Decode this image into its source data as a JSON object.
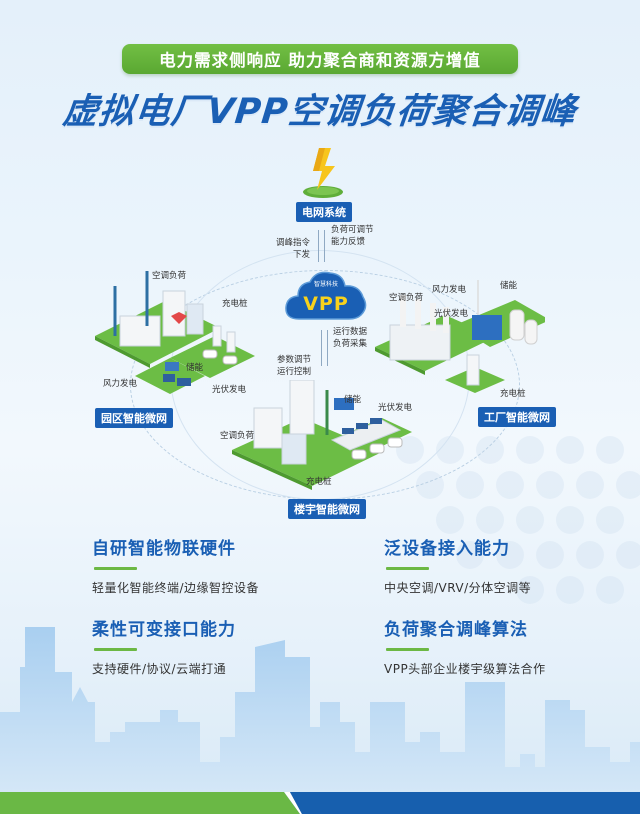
{
  "header": {
    "slogan": "电力需求侧响应  助力聚合商和资源方增值",
    "title": "虚拟电厂VPP空调负荷聚合调峰"
  },
  "diagram": {
    "grid_label": "电网系统",
    "grid_to_vpp": {
      "left_label_line1": "调峰指令",
      "left_label_line2": "下发",
      "right_label_line1": "负荷可调节",
      "right_label_line2": "能力反馈"
    },
    "vpp": {
      "text": "VPP",
      "logo_text": "智慧科技"
    },
    "vpp_to_zones": {
      "left_label_line1": "参数调节",
      "left_label_line2": "运行控制",
      "right_label_line1": "运行数据",
      "right_label_line2": "负荷采集"
    },
    "zones": [
      {
        "label": "园区智能微网",
        "items": [
          "空调负荷",
          "充电桩",
          "储能",
          "风力发电",
          "光伏发电"
        ]
      },
      {
        "label": "工厂智能微网",
        "items": [
          "空调负荷",
          "风力发电",
          "储能",
          "光伏发电",
          "充电桩"
        ]
      },
      {
        "label": "楼宇智能微网",
        "items": [
          "光伏发电",
          "储能",
          "光伏发电",
          "空调负荷",
          "充电桩"
        ]
      }
    ]
  },
  "features": [
    {
      "title": "自研智能物联硬件",
      "desc": "轻量化智能终端/边缘智控设备"
    },
    {
      "title": "泛设备接入能力",
      "desc": "中央空调/VRV/分体空调等"
    },
    {
      "title": "柔性可变接口能力",
      "desc": "支持硬件/协议/云端打通"
    },
    {
      "title": "负荷聚合调峰算法",
      "desc": "VPP头部企业楼宇级算法合作"
    }
  ],
  "colors": {
    "brand_blue": "#1a5fb4",
    "brand_green": "#6ab845",
    "bolt_yellow": "#f7d21c",
    "background": "#eaf4fc"
  }
}
